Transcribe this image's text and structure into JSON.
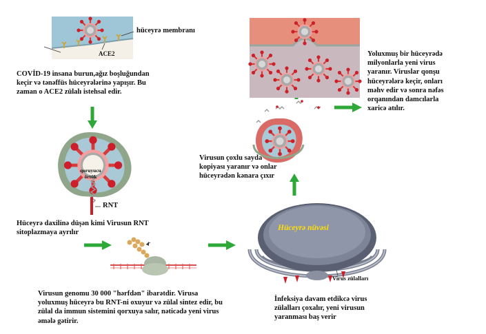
{
  "labels": {
    "membrane": "hüceyrə membranı",
    "receptor": "ACE2",
    "capsid": "qoruyucu\nörtük",
    "rna": "RNT",
    "nucleus": "Hüceyrə nüvəsi",
    "virus_proteins": "Virus zülalları"
  },
  "steps": {
    "entry": "COVİD-19 insana burun,ağız boşluğundan\nkeçir və tənəffüs hüceyrələrinə yapışır. Bu\nzaman o ACE2 zülalı istehsal edir.",
    "release": "Hüceyrə daxilinə düşən kimi Virusun RNT\nsitoplazmaya ayrılır",
    "translation": "Virusun genomu 30 000 \"hərfdən\" ibarətdir. Virusa\nyoluxmuş hüceyrə bu RNT-ni oxuyur və zülal sintez edir, bu\nzülal da immun sistemini qorxuya salır, nəticədə yeni virus\nəmələ gətirir.",
    "assembly": "İnfeksiya davam etdikcə virus\nzülalları çoxalır, yeni virusun\nyaranması baş verir",
    "replication": "Virusun çoxlu sayda\nkopiyası yaranır və onlar\nhüceyrədən kənara çıxır",
    "spread": "Yoluxmuş bir hüceyrədə\nmilyonlarla yeni virus\nyaranır. Viruslar qonşu\nhüceyrələrə keçir, onları\nməhv edir və sonra nəfəs\norqanından damcılarla\nxaricə atılır."
  },
  "colors": {
    "arrow": "#2fa83a",
    "nucleus_label": "#ffe000",
    "spike": "#cc1f2a",
    "virus_body": "#a9a9a9",
    "cytoplasm": "#a9c9d6",
    "cell_wall": "#8fa68a"
  }
}
